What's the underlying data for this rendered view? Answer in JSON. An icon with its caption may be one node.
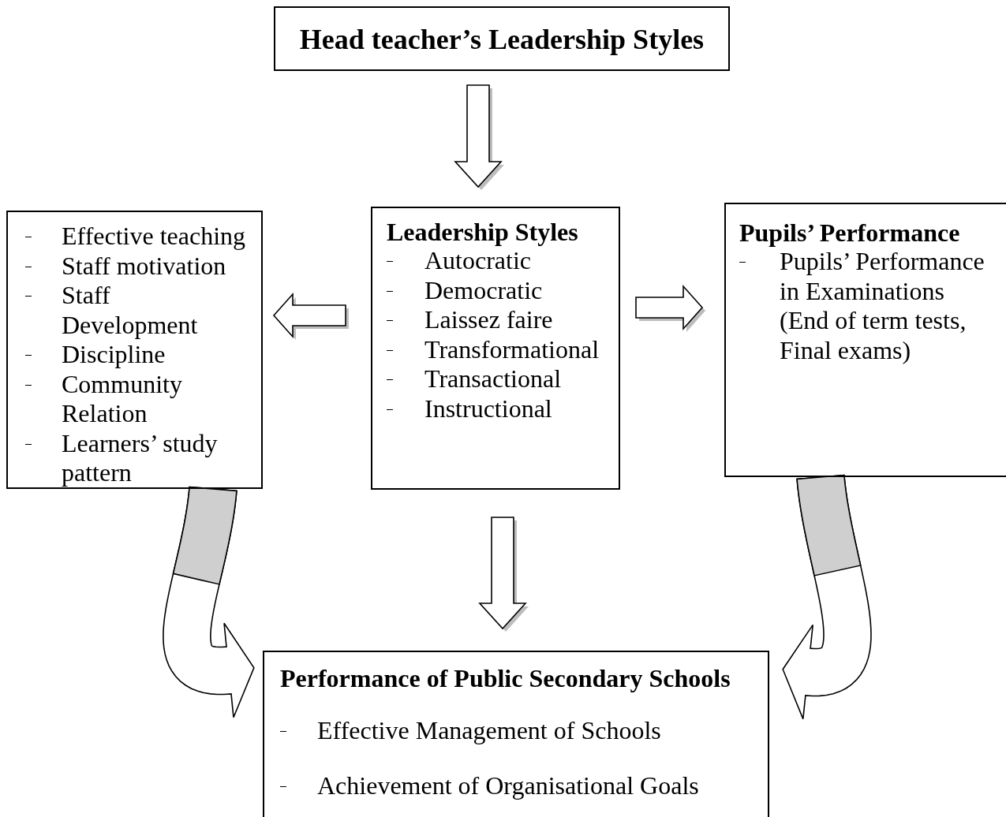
{
  "diagram": {
    "nodes": [
      {
        "text": [
          "Head teacher’s Leadership Styles"
        ]
      },
      {
        "text": [
          "Effective teaching",
          "Staff motivation",
          "Staff Development",
          "Discipline",
          "Community Relation",
          "Learners’ study pattern"
        ]
      },
      {
        "text": [
          "Leadership Styles",
          "Autocratic",
          "Democratic",
          "Laissez faire",
          "Transformational",
          "Transactional",
          "Instructional"
        ]
      },
      {
        "text": [
          "Pupils’ Performance",
          "Pupils’ Performance in Examinations (End of term tests, Final exams)"
        ]
      },
      {
        "text": [
          "Performance of Public Secondary Schools",
          "Effective Management of Schools",
          "Achievement of Organisational Goals"
        ]
      }
    ],
    "edges": [
      {
        "from": 0,
        "to": 2,
        "arrow": "to"
      },
      {
        "from": 2,
        "to": 1,
        "arrow": "to"
      },
      {
        "from": 2,
        "to": 3,
        "arrow": "to"
      },
      {
        "from": 2,
        "to": 4,
        "arrow": "to"
      },
      {
        "from": 1,
        "to": 4,
        "arrow": "to"
      },
      {
        "from": 3,
        "to": 4,
        "arrow": "to"
      }
    ]
  }
}
